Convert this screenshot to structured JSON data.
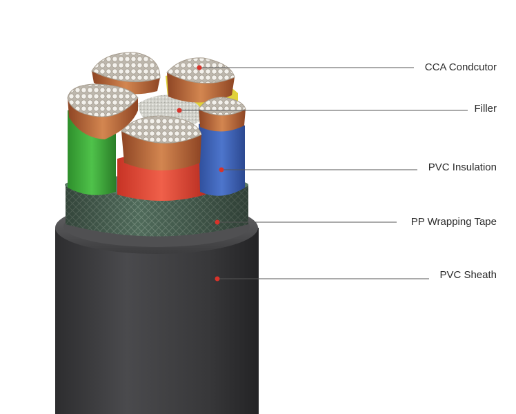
{
  "labels": {
    "conductor": "CCA Condcutor",
    "filler": "Filler",
    "insulation": "PVC Insulation",
    "wrapping_tape": "PP Wrapping Tape",
    "sheath": "PVC Sheath"
  },
  "colors": {
    "sheath": "#3a3a3c",
    "wrapping_tape": "#4f6a5a",
    "conductor_copper": "#b8643a",
    "strand_face": "#e9e6e0",
    "insulation_green": "#3fae3c",
    "insulation_red": "#e5493a",
    "insulation_blue": "#3f63b8",
    "insulation_yellow": "#e0d23a",
    "filler": "#d9d9d2",
    "callout_line": "#555555",
    "callout_dot": "#d8332a"
  }
}
